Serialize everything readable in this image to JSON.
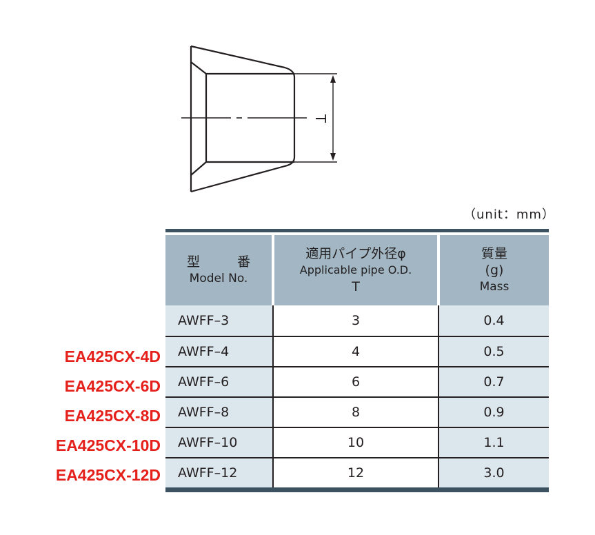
{
  "drawing": {
    "dimension_label": "T"
  },
  "unit_note": "（unit：mm）",
  "table": {
    "headers": {
      "model_jp_1": "型",
      "model_jp_2": "番",
      "model_en": "Model No.",
      "od_jp": "適用パイプ外径φ",
      "od_en": "Applicable pipe O.D.",
      "od_symbol": "T",
      "mass_jp": "質量",
      "mass_unit": "(g)",
      "mass_en": "Mass"
    },
    "rows": [
      {
        "code": "",
        "model": "AWFF–3",
        "od": "3",
        "mass": "0.4"
      },
      {
        "code": "EA425CX-4D",
        "model": "AWFF–4",
        "od": "4",
        "mass": "0.5"
      },
      {
        "code": "EA425CX-6D",
        "model": "AWFF–6",
        "od": "6",
        "mass": "0.7"
      },
      {
        "code": "EA425CX-8D",
        "model": "AWFF–8",
        "od": "8",
        "mass": "0.9"
      },
      {
        "code": "EA425CX-10D",
        "model": "AWFF–10",
        "od": "10",
        "mass": "1.1"
      },
      {
        "code": "EA425CX-12D",
        "model": "AWFF–12",
        "od": "12",
        "mass": "3.0"
      }
    ]
  },
  "colors": {
    "code_red": "#e5201b",
    "header_fill": "#a2b7c3",
    "row_fill": "#dce6ed",
    "bar": "#3d5261"
  }
}
